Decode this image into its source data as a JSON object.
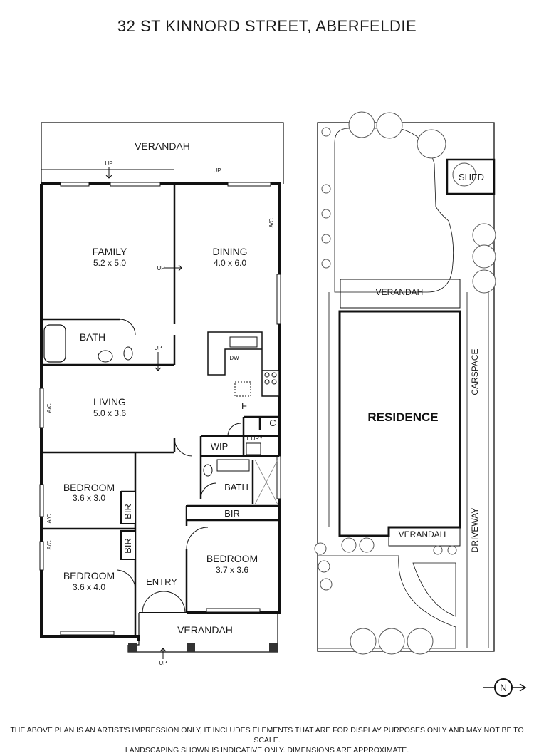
{
  "title": "32 ST KINNORD STREET, ABERFELDIE",
  "rooms": {
    "verandah_rear": "VERANDAH",
    "family": {
      "name": "FAMILY",
      "dim": "5.2 x 5.0"
    },
    "dining": {
      "name": "DINING",
      "dim": "4.0 x 6.0"
    },
    "bath1": "BATH",
    "living": {
      "name": "LIVING",
      "dim": "5.0 x 3.6"
    },
    "bedroom1": {
      "name": "BEDROOM",
      "dim": "3.6 x 3.0"
    },
    "bedroom2": {
      "name": "BEDROOM",
      "dim": "3.6 x 4.0"
    },
    "bedroom3": {
      "name": "BEDROOM",
      "dim": "3.7 x 3.6"
    },
    "wip": "WIP",
    "laundry": "L'DRY",
    "bath2": "BATH",
    "bir": "BIR",
    "entry": "ENTRY",
    "verandah_front": "VERANDAH",
    "fridge": "F",
    "cupboard": "C",
    "dishwasher": "DW",
    "ac": "A/C",
    "up": "UP"
  },
  "site": {
    "shed": "SHED",
    "verandah": "VERANDAH",
    "residence": "RESIDENCE",
    "carspace": "CARSPACE",
    "driveway": "DRIVEWAY",
    "verandah_front": "VERANDAH"
  },
  "compass": {
    "label": "N"
  },
  "disclaimer": {
    "line1": "THE ABOVE PLAN IS AN ARTIST'S IMPRESSION ONLY, IT INCLUDES ELEMENTS THAT ARE FOR DISPLAY PURPOSES ONLY AND MAY NOT BE TO SCALE.",
    "line2": "LANDSCAPING SHOWN IS INDICATIVE ONLY. DIMENSIONS ARE APPROXIMATE."
  }
}
